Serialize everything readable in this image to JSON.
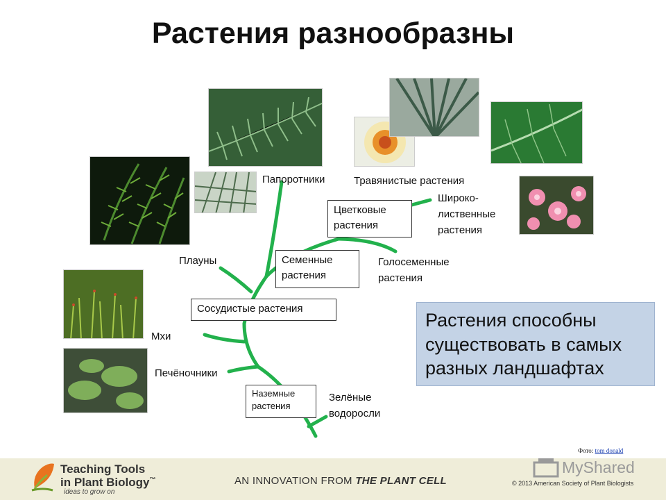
{
  "title": "Растения разнообразны",
  "labels": {
    "ferns": "Папоротники",
    "herbaceous": "Травянистые растения",
    "broadleaf_1": "Широко-",
    "broadleaf_2": "лиственные",
    "broadleaf_3": "растения",
    "clubmosses": "Плауны",
    "gymnosperms_1": "Голосеменные",
    "gymnosperms_2": "растения",
    "mosses": "Мхи",
    "liverworts": "Печёночники",
    "green_algae_1": "Зелёные",
    "green_algae_2": "водоросли"
  },
  "boxes": {
    "flowering_1": "Цветковые",
    "flowering_2": "растения",
    "seed_1": "Семенные",
    "seed_2": "растения",
    "vascular": "Сосудистые растения",
    "land_1": "Наземные",
    "land_2": "растения"
  },
  "callout": {
    "line1": "Растения способны",
    "line2": "существовать в самых",
    "line3": "разных ландшафтах"
  },
  "photos": {
    "clubmoss": "clubmoss-photo",
    "fern_frond": "fern-frond-photo",
    "fern_closeup": "fern-closeup-photo",
    "daffodil": "daffodil-photo",
    "palm": "palm-leaves-photo",
    "broad_leaf": "broad-leaf-photo",
    "pink_flowers": "pink-flowers-photo",
    "moss": "moss-photo",
    "liverwort": "liverwort-photo"
  },
  "credit": {
    "prefix": "Фото:",
    "name": "tom donald"
  },
  "footer": {
    "logo_line1": "Teaching Tools",
    "logo_line2": "in Plant Biology",
    "logo_tm": "™",
    "tagline": "ideas to grow on",
    "innovation_prefix": "AN INNOVATION FROM",
    "innovation_brand": "THE PLANT CELL",
    "watermark": "MyShared",
    "copyright": "© 2013 American Society of Plant Biologists"
  },
  "colors": {
    "tree_branch": "#22b14c",
    "callout_bg": "#c4d3e6",
    "footer_bg": "#efedd9"
  }
}
